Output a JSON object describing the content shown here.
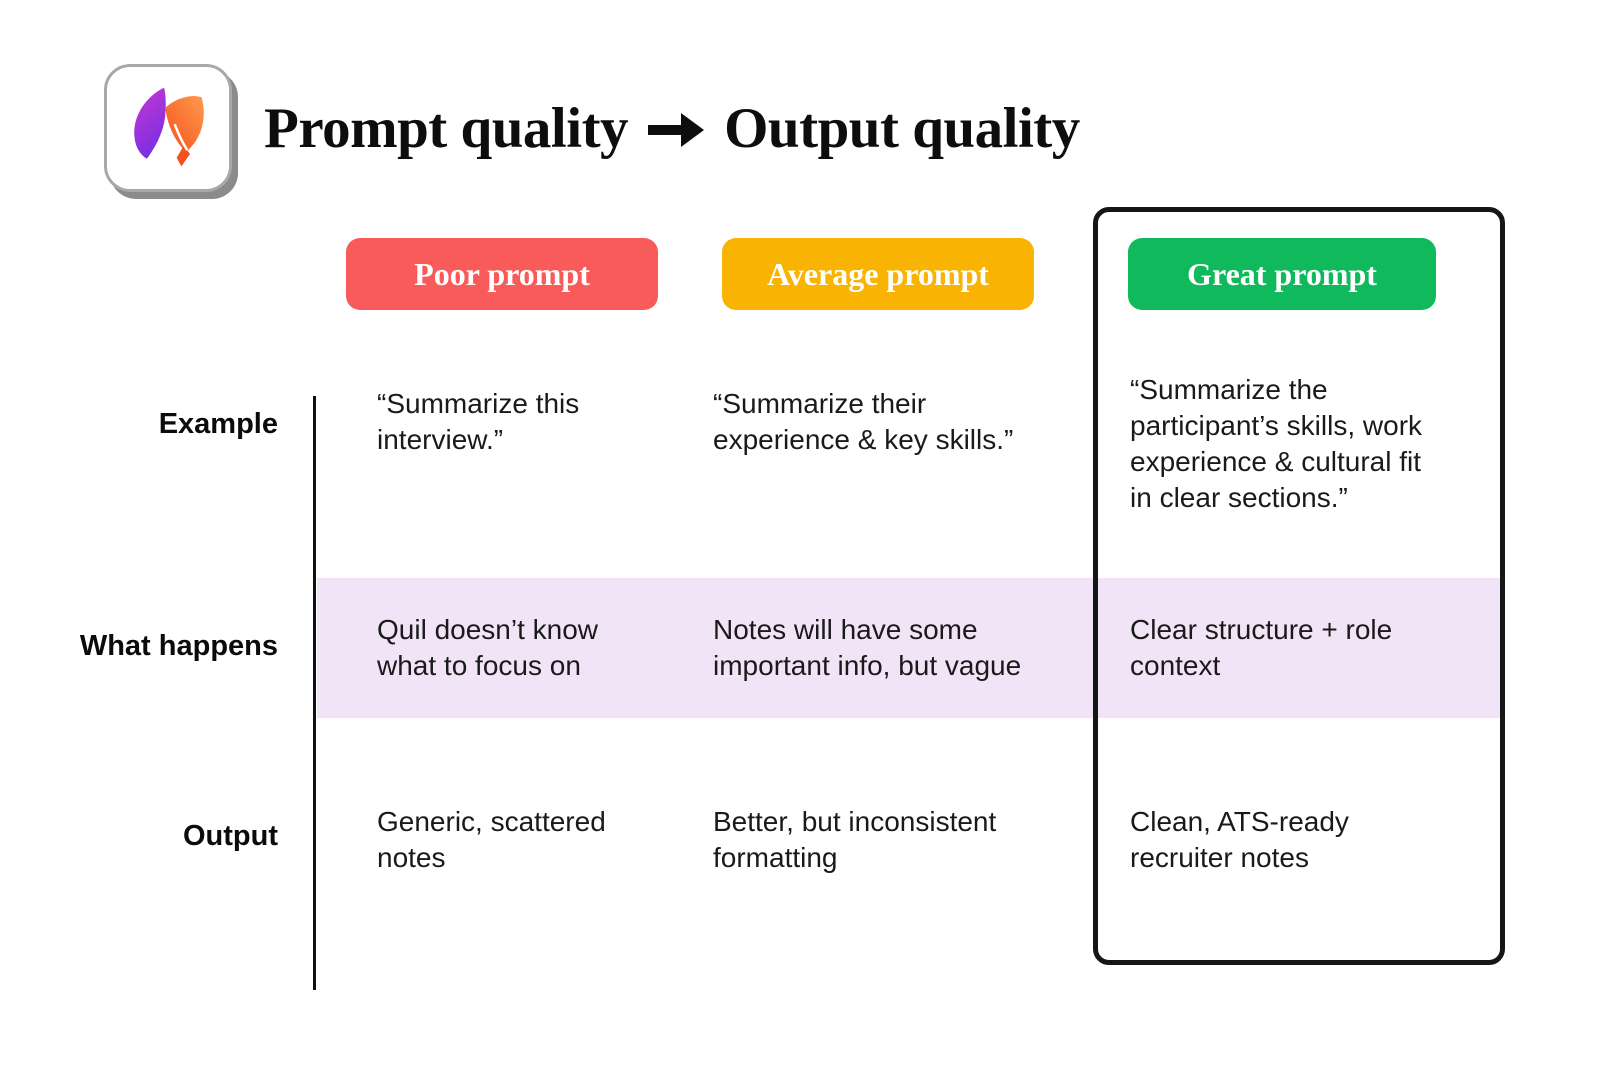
{
  "header": {
    "title_left": "Prompt quality",
    "title_right": "Output quality"
  },
  "icons": {
    "title_arrow": "→",
    "logo": "quil-quill-leaf-logo"
  },
  "columns": [
    {
      "label": "Poor prompt",
      "color": "#F95B5B",
      "highlighted": false
    },
    {
      "label": "Average prompt",
      "color": "#F9B303",
      "highlighted": false
    },
    {
      "label": "Great prompt",
      "color": "#10B95B",
      "highlighted": true
    }
  ],
  "rows": [
    {
      "label": "Example",
      "cells": [
        "“Summarize this interview.”",
        "“Summarize their experience & key skills.”",
        "“Summarize the participant’s skills, work experience & cultural fit in clear sections.”"
      ]
    },
    {
      "label": "What happens",
      "highlight_color": "#F1E4F7",
      "cells": [
        "Quil doesn’t know what to focus on",
        "Notes will have some important info, but vague",
        "Clear structure + role context"
      ]
    },
    {
      "label": "Output",
      "cells": [
        "Generic, scattered notes",
        "Better, but inconsistent formatting",
        "Clean, ATS-ready recruiter notes"
      ]
    }
  ],
  "colors": {
    "background": "#FFFFFF",
    "poor_pill": "#F95B5B",
    "average_pill": "#F9B303",
    "great_pill": "#10B95B",
    "row_highlight_band": "#F1E4F7",
    "highlight_box_border": "#161616",
    "logo_purple_top": "#C938D3",
    "logo_purple_bottom": "#7B2FE2",
    "logo_orange_top": "#FF9A4D",
    "logo_orange_bottom": "#F4511E"
  }
}
